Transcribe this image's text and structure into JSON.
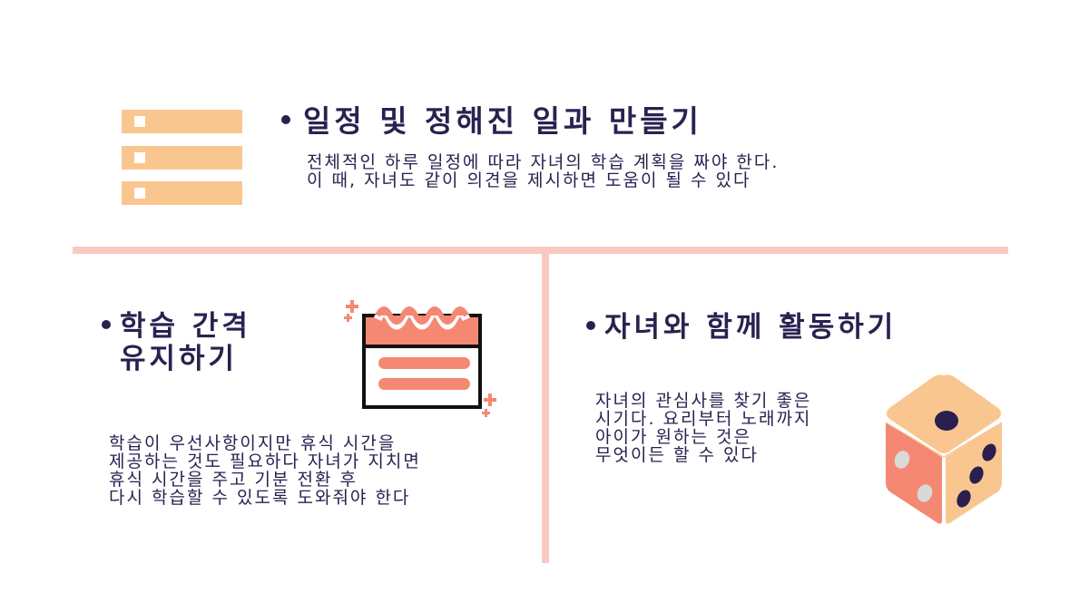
{
  "section_top": {
    "title": "일정 및 정해진 일과 만들기",
    "body": "전체적인 하루 일정에 따라 자녀의 학습 계획을 짜야 한다.\n이 때, 자녀도 같이 의견을 제시하면 도움이 될 수 있다",
    "icon": "checklist-icon"
  },
  "section_left": {
    "title_line1": "학습 간격",
    "title_line2": "유지하기",
    "body": "학습이 우선사항이지만 휴식 시간을\n제공하는 것도 필요하다 자녀가 지치면\n휴식 시간을 주고 기분 전환 후\n다시 학습할 수 있도록 도와줘야 한다",
    "icon": "calendar-icon"
  },
  "section_right": {
    "title": "자녀와 함께 활동하기",
    "body": "자녀의 관심사를 찾기 좋은\n시기다. 요리부터 노래까지\n아이가 원하는 것은\n무엇이든 할 수 있다",
    "icon": "dice-icon"
  },
  "colors": {
    "text": "#2a2150",
    "divider": "#f9c9c2",
    "peach": "#fac68f",
    "coral": "#f58873",
    "dice_spot_light": "#d9d9d9"
  }
}
